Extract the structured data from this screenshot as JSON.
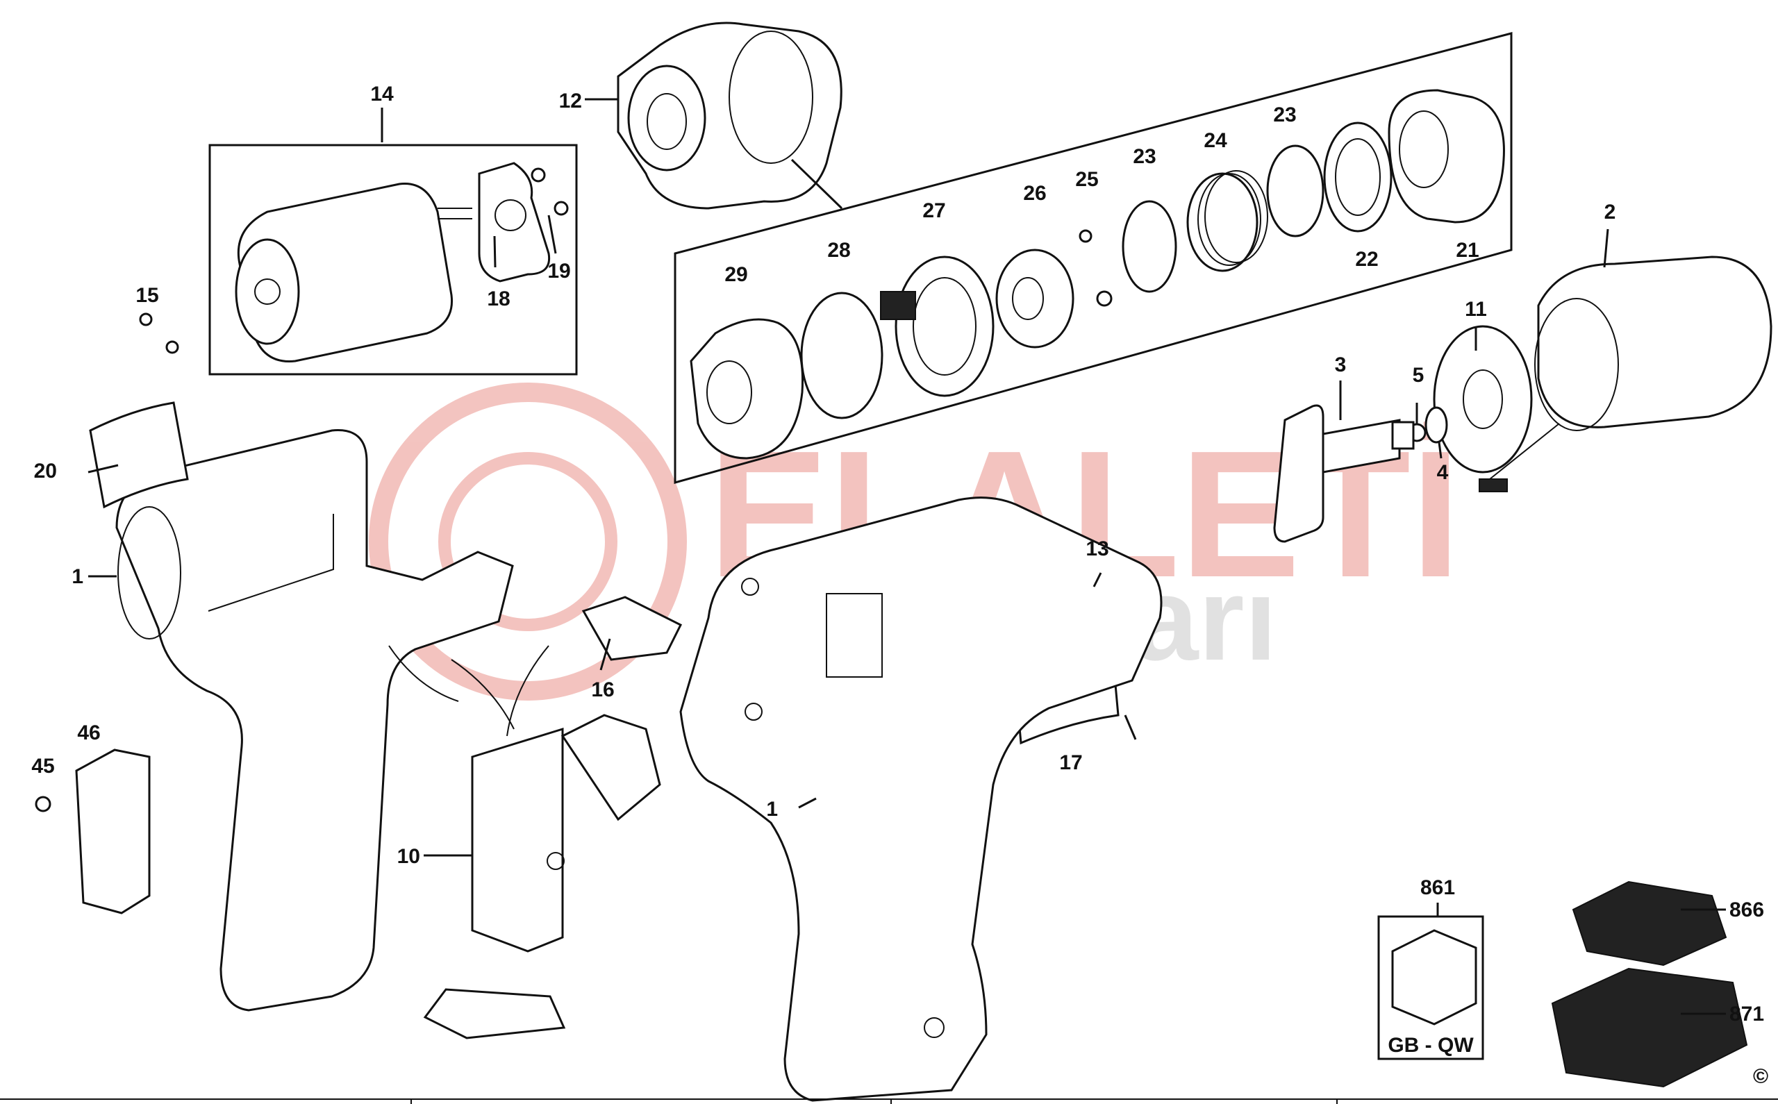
{
  "watermark": {
    "line1": "ELALETİ",
    "line2": "parçaları",
    "color_primary": "#e57c73",
    "color_secondary": "#bdbdbd"
  },
  "labels": {
    "p1a": "1",
    "p1b": "1",
    "p2": "2",
    "p3": "3",
    "p4": "4",
    "p5": "5",
    "p10": "10",
    "p11": "11",
    "p12": "12",
    "p13": "13",
    "p14": "14",
    "p15": "15",
    "p16": "16",
    "p17": "17",
    "p18": "18",
    "p19": "19",
    "p20": "20",
    "p21": "21",
    "p22": "22",
    "p23a": "23",
    "p23b": "23",
    "p24": "24",
    "p25": "25",
    "p26": "26",
    "p27": "27",
    "p28": "28",
    "p29": "29",
    "p45": "45",
    "p46": "46",
    "p861": "861",
    "p866": "866",
    "p871": "871"
  },
  "kit_caption": "GB - QW",
  "copyright": "©"
}
